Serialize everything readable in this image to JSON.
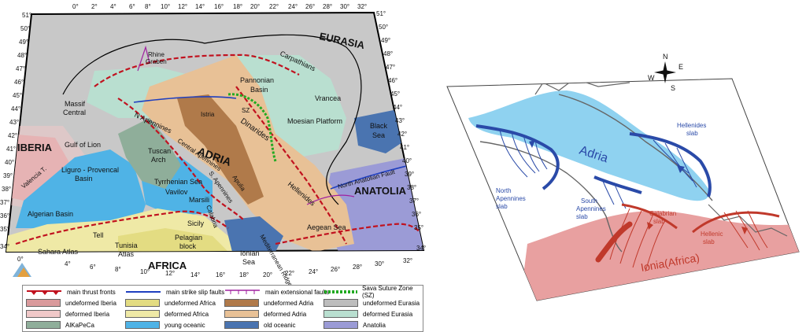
{
  "left_map": {
    "lon_ticks": [
      "0°",
      "2°",
      "4°",
      "6°",
      "8°",
      "10°",
      "12°",
      "14°",
      "16°",
      "18°",
      "20°",
      "22°",
      "24°",
      "26°",
      "28°",
      "30°",
      "32°"
    ],
    "lat_ticks": [
      "51°",
      "50°",
      "49°",
      "48°",
      "47°",
      "46°",
      "45°",
      "44°",
      "43°",
      "42°",
      "41°",
      "40°",
      "39°",
      "38°",
      "37°",
      "36°",
      "35°",
      "34°"
    ],
    "labels": {
      "eurasia": "EURASIA",
      "rhine": "Rhine",
      "graben": "Graben",
      "carpathians": "Carpathians",
      "pannonian": "Pannonian",
      "basin": "Basin",
      "vrancea": "Vrancea",
      "massif": "Massif",
      "central": "Central",
      "istria": "Istria",
      "sz": "SZ",
      "dinarides": "Dinarides",
      "moesian": "Moesian Platform",
      "black": "Black",
      "sea": "Sea",
      "n_apennines": "N Apennines",
      "iberia": "IBERIA",
      "gulf_lion": "Gulf of Lion",
      "tuscan": "Tuscan",
      "arch": "Arch",
      "adria": "ADRIA",
      "hellenides": "Hellenides",
      "liguro": "Liguro - Provencal",
      "liguro_basin": "Basin",
      "valencia": "Valencia T.",
      "tyrrhenian": "Tyrrhenian Sea",
      "vavilov": "Vavilov",
      "marsili": "Marsili",
      "apulia": "Apulia",
      "na_fault": "North Anatolian Fault",
      "anatolia": "ANATOLIA",
      "algerian": "Algerian Basin",
      "calabria": "Calabria",
      "sicily": "Sicily",
      "tell": "Tell",
      "pelagian": "Pelagian",
      "block": "block",
      "aegean": "Aegean Sea",
      "sahara": "Sahara Atlas",
      "tunisia": "Tunisia",
      "atlas": "Atlas",
      "africa": "AFRICA",
      "ionian": "Ionian",
      "ionian_sea": "Sea",
      "med_ridge": "Mediterranean Ridge",
      "central_apennines": "Central Apennines",
      "s_apennines": "S. Apennines"
    }
  },
  "legend": {
    "row1": [
      "main thrust fronts",
      "main strike slip faults",
      "main extensional faults",
      "Sava Suture Zone (SZ)"
    ],
    "row2": [
      "undeformed Iberia",
      "undeformed Africa",
      "undeformed Adria",
      "undeformed Eurasia"
    ],
    "row3": [
      "deformed Iberia",
      "deformed Africa",
      "deformed Adria",
      "deformed Eurasia"
    ],
    "row4": [
      "AlKaPeCa",
      "young oceanic",
      "old oceanic",
      "Anatolia"
    ]
  },
  "right_map": {
    "compass": {
      "n": "N",
      "s": "S",
      "e": "E",
      "w": "W"
    },
    "adria": "Adria",
    "hellenides_slab": [
      "Hellenides",
      "slab"
    ],
    "north_apennines_slab": [
      "North",
      "Apennines",
      "slab"
    ],
    "south_apennines_slab": [
      "South",
      "Apennines",
      "slab"
    ],
    "calabrian_slab": [
      "Calabrian",
      "slab"
    ],
    "hellenic_slab": [
      "Hellenic",
      "slab"
    ],
    "ionia": "Ionia(Africa)"
  },
  "colors": {
    "undeformed_iberia": "#d99a9c",
    "deformed_iberia": "#f0c8c8",
    "alkapeca": "#8fae9a",
    "undeformed_africa": "#e3dc82",
    "deformed_africa": "#efe9a6",
    "young_oceanic": "#4fb3e6",
    "undeformed_adria": "#b07a4a",
    "deformed_adria": "#e8c196",
    "old_oceanic": "#4a74b0",
    "undeformed_eurasia": "#bdbdbd",
    "deformed_eurasia": "#b9dfd0",
    "anatolia": "#9b9bd6",
    "thrust": "#c1121f",
    "strike_slip": "#1f3fbf",
    "extensional": "#a020a0",
    "sava": "#22aa22",
    "slab_blue": "#2a4aa8",
    "slab_red": "#c0392b",
    "adria_water": "#8fd2f0",
    "ionia_fill": "#e8a0a0"
  }
}
